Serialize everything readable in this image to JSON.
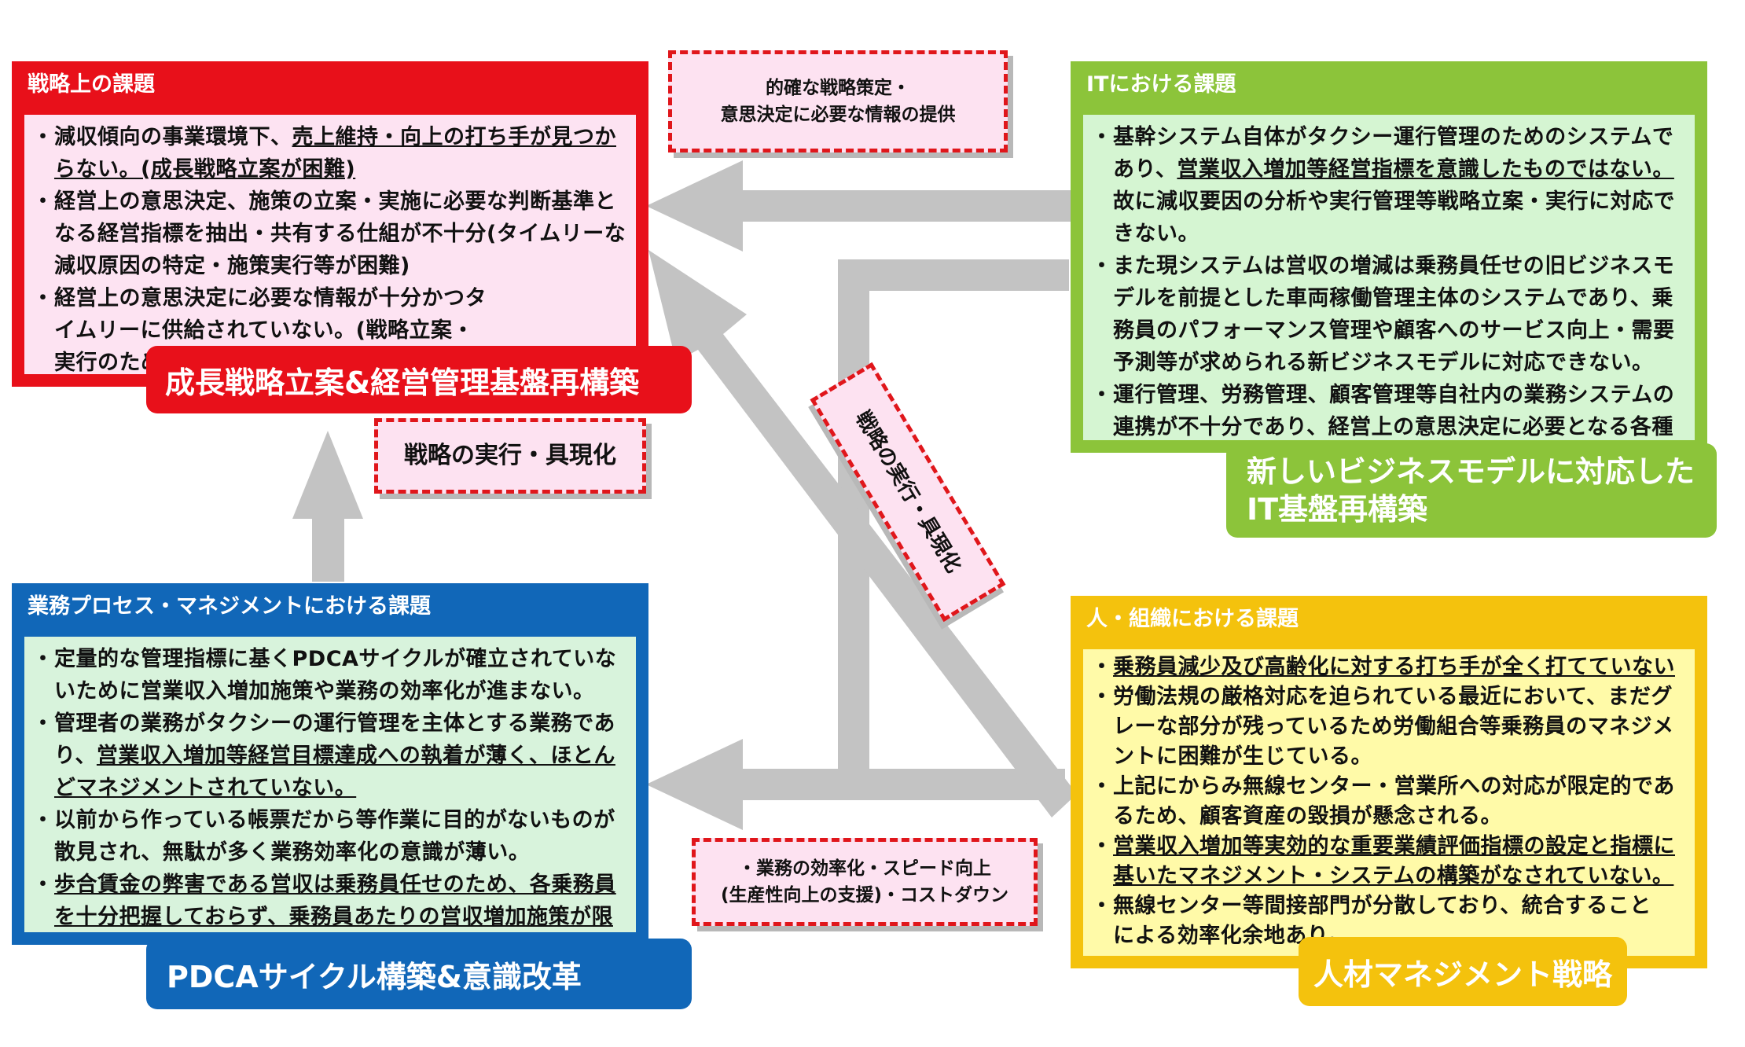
{
  "colors": {
    "red": "#e8101a",
    "red_fill": "#fde3f2",
    "green": "#8cc43a",
    "green_fill": "#d5f5d2",
    "blue": "#1167b8",
    "blue_fill": "#d8f3dc",
    "yellow": "#f4c20d",
    "yellow_fill": "#fffaa8",
    "arrow": "#c3c3c3"
  },
  "strategy": {
    "header": "戦略上の課題",
    "items": [
      {
        "pre": "減収傾向の事業環境下、",
        "u": "売上維持・向上の打ち手が見つからない。(成長戦略立案が困難)",
        "post": ""
      },
      {
        "pre": "経営上の意思決定、施策の立案・実施に必要な判断基準となる経営指標を抽出・共有する仕組が不十分(タイムリーな減収原因の特定・施策実行等が困難)",
        "u": "",
        "post": ""
      },
      {
        "pre": "経営上の意思決定に必要な情報が十分かつタイムリーに供給されていない。(戦略立案・実行のためのマネジメント・IT基盤が脆弱)",
        "u": "",
        "post": ""
      }
    ],
    "label": "成長戦略立案&経営管理基盤再構築"
  },
  "it": {
    "header": "ITにおける課題",
    "items": [
      {
        "pre": "基幹システム自体がタクシー運行管理のためのシステムであり、",
        "u": "営業収入増加等経営指標を意識したものではない。",
        "post": "故に減収要因の分析や実行管理等戦略立案・実行に対応できない。"
      },
      {
        "pre": "また現システムは営収の増減は乗務員任せの旧ビジネスモデルを前提とした車両稼働管理主体のシステムであり、乗務員のパフォーマンス管理や顧客へのサービス向上・需要予測等が求められる新ビジネスモデルに対応できない。",
        "u": "",
        "post": ""
      },
      {
        "pre": "運行管理、労務管理、顧客管理等自社内の業務システムの連携が不十分であり、経営上の意思決定に必要となる各種管理データの統合や一元化を進められない。",
        "u": "",
        "post": ""
      }
    ],
    "label_line1": "新しいビジネスモデルに対応した",
    "label_line2": "IT基盤再構築"
  },
  "process": {
    "header": "業務プロセス・マネジメントにおける課題",
    "items": [
      {
        "pre": "定量的な管理指標に基くPDCAサイクルが確立されていないために営業収入増加施策や業務の効率化が進まない。",
        "u": "",
        "post": ""
      },
      {
        "pre": "管理者の業務がタクシーの運行管理を主体とする業務であり、",
        "u": "営業収入増加等経営目標達成への執着が薄く、ほとんどマネジメントされていない。",
        "post": ""
      },
      {
        "pre": "以前から作っている帳票だから等作業に目的がないものが散見され、無駄が多く業務効率化の意識が薄い。",
        "u": "",
        "post": ""
      },
      {
        "pre": "",
        "u": "歩合賃金の弊害である営収は乗務員任せのため、各乗務員を十分把握しておらず、乗務員あたりの営収増加施策が限定的",
        "post": ""
      }
    ],
    "label": "PDCAサイクル構築&意識改革"
  },
  "people": {
    "header": "人・組織における課題",
    "items": [
      {
        "pre": "",
        "u": "乗務員減少及び高齢化に対する打ち手が全く打てていない",
        "post": ""
      },
      {
        "pre": "労働法規の厳格対応を迫られている最近において、まだグレーな部分が残っているため労働組合等乗務員のマネジメントに困難が生じている。",
        "u": "",
        "post": ""
      },
      {
        "pre": "上記にからみ無線センター・営業所への対応が限定的であるため、顧客資産の毀損が懸念される。",
        "u": "",
        "post": ""
      },
      {
        "pre": "",
        "u": "営業収入増加等実効的な重要業績評価指標の設定と指標に基いたマネジメント・システムの構築がなされていない。",
        "post": ""
      },
      {
        "pre": "無線センター等間接部門が分散しており、統合することによる効率化余地あり。",
        "u": "",
        "post": ""
      }
    ],
    "label": "人材マネジメント戦略"
  },
  "tags": {
    "top_line1": "的確な戦略策定・",
    "top_line2": "意思決定に必要な情報の提供",
    "mid": "戦略の実行・具現化",
    "rotated": "戦略の実行・具現化",
    "bottom_line1": "・業務の効率化・スピード向上",
    "bottom_line2": "(生産性向上の支援)・コストダウン"
  }
}
